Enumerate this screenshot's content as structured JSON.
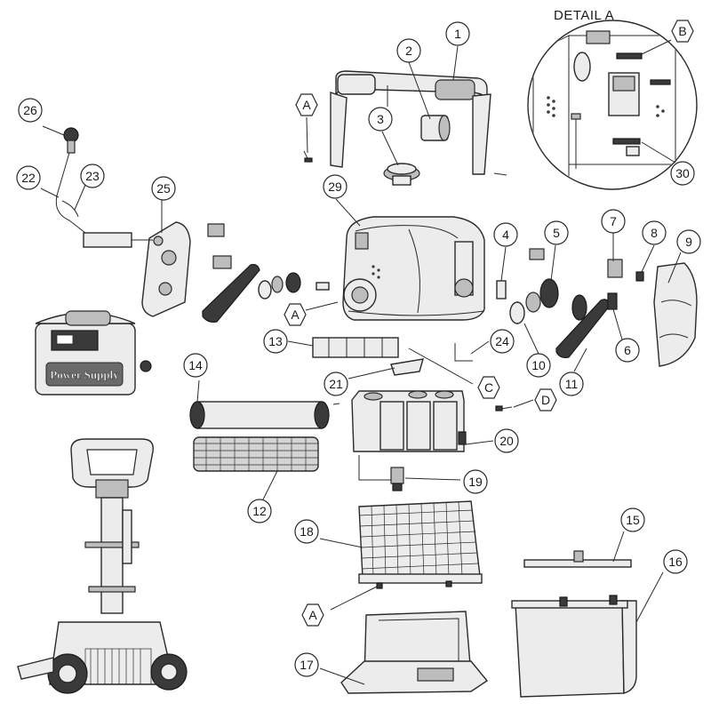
{
  "detail": {
    "title": "DETAIL A"
  },
  "power_supply": {
    "label": "Power Supply"
  },
  "callouts": {
    "c1": "1",
    "c2": "2",
    "c3": "3",
    "c4": "4",
    "c5": "5",
    "c6": "6",
    "c7": "7",
    "c8": "8",
    "c9": "9",
    "c10": "10",
    "c11": "11",
    "c12": "12",
    "c13": "13",
    "c14": "14",
    "c15": "15",
    "c16": "16",
    "c17": "17",
    "c18": "18",
    "c19": "19",
    "c20": "20",
    "c21": "21",
    "c22": "22",
    "c23": "23",
    "c24": "24",
    "c25": "25",
    "c26": "26",
    "c29": "29",
    "c30": "30",
    "hA1": "A",
    "hA2": "A",
    "hA3": "A",
    "hB": "B",
    "hC": "C",
    "hD": "D"
  },
  "colors": {
    "line": "#2a2a2a",
    "fill": "#ececec",
    "dark": "#3a3a3a"
  }
}
